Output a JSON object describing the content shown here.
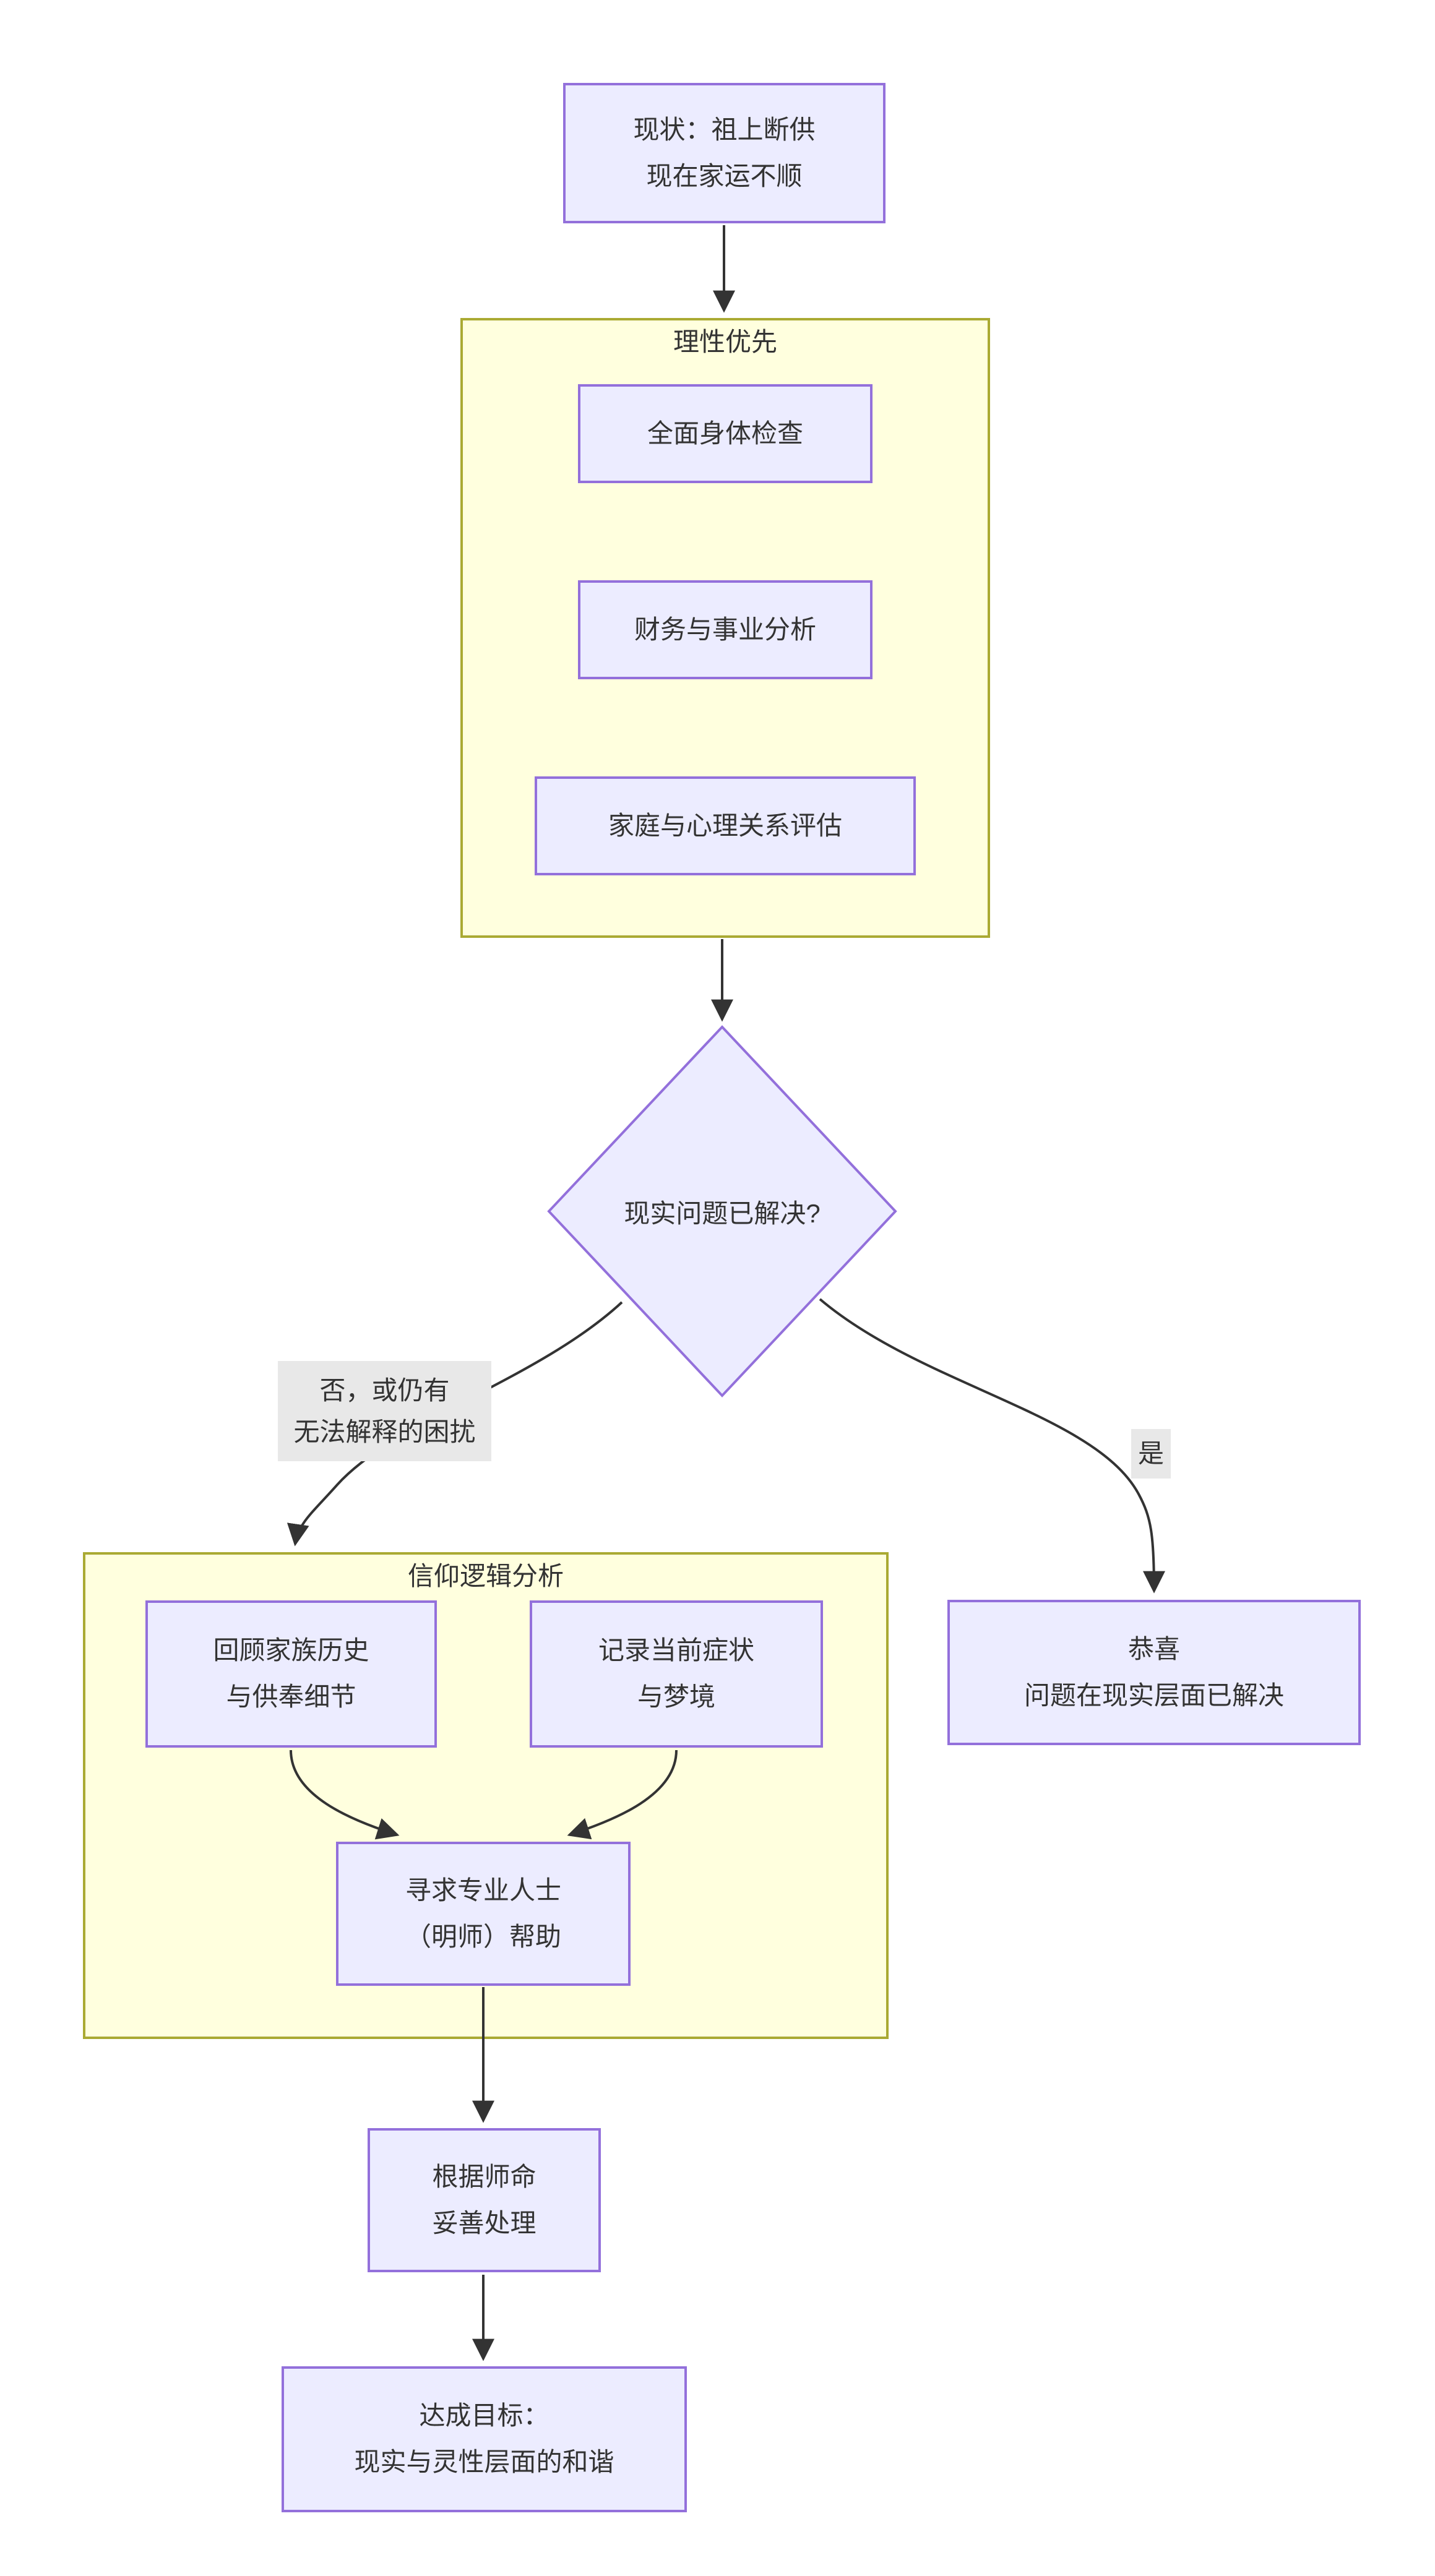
{
  "diagram": {
    "type": "flowchart-top-down",
    "colors": {
      "node_fill": "#ECECFF",
      "node_border": "#9370DB",
      "cluster_fill": "#FFFFDE",
      "cluster_border": "#AAAA33",
      "edge": "#333333",
      "edge_label_bg": "#E8E8E8",
      "text": "#333333"
    },
    "nodes": {
      "start": {
        "text": "现状：祖上断供\n现在家运不顺"
      },
      "body_check": {
        "text": "全面身体检查"
      },
      "finance_analysis": {
        "text": "财务与事业分析"
      },
      "family_assessment": {
        "text": "家庭与心理关系评估"
      },
      "decision": {
        "text": "现实问题已解决?"
      },
      "review_history": {
        "text": "回顾家族历史\n与供奉细节"
      },
      "record_symptoms": {
        "text": "记录当前症状\n与梦境"
      },
      "seek_help": {
        "text": "寻求专业人士\n（明师）帮助"
      },
      "congrats": {
        "text": "恭喜\n问题在现实层面已解决"
      },
      "follow_master": {
        "text": "根据师命\n妥善处理"
      },
      "goal": {
        "text": "达成目标：\n现实与灵性层面的和谐"
      }
    },
    "clusters": {
      "rational": {
        "title": "理性优先"
      },
      "faith": {
        "title": "信仰逻辑分析"
      }
    },
    "edge_labels": {
      "no": "否，或仍有\n无法解释的困扰",
      "yes": "是"
    }
  }
}
